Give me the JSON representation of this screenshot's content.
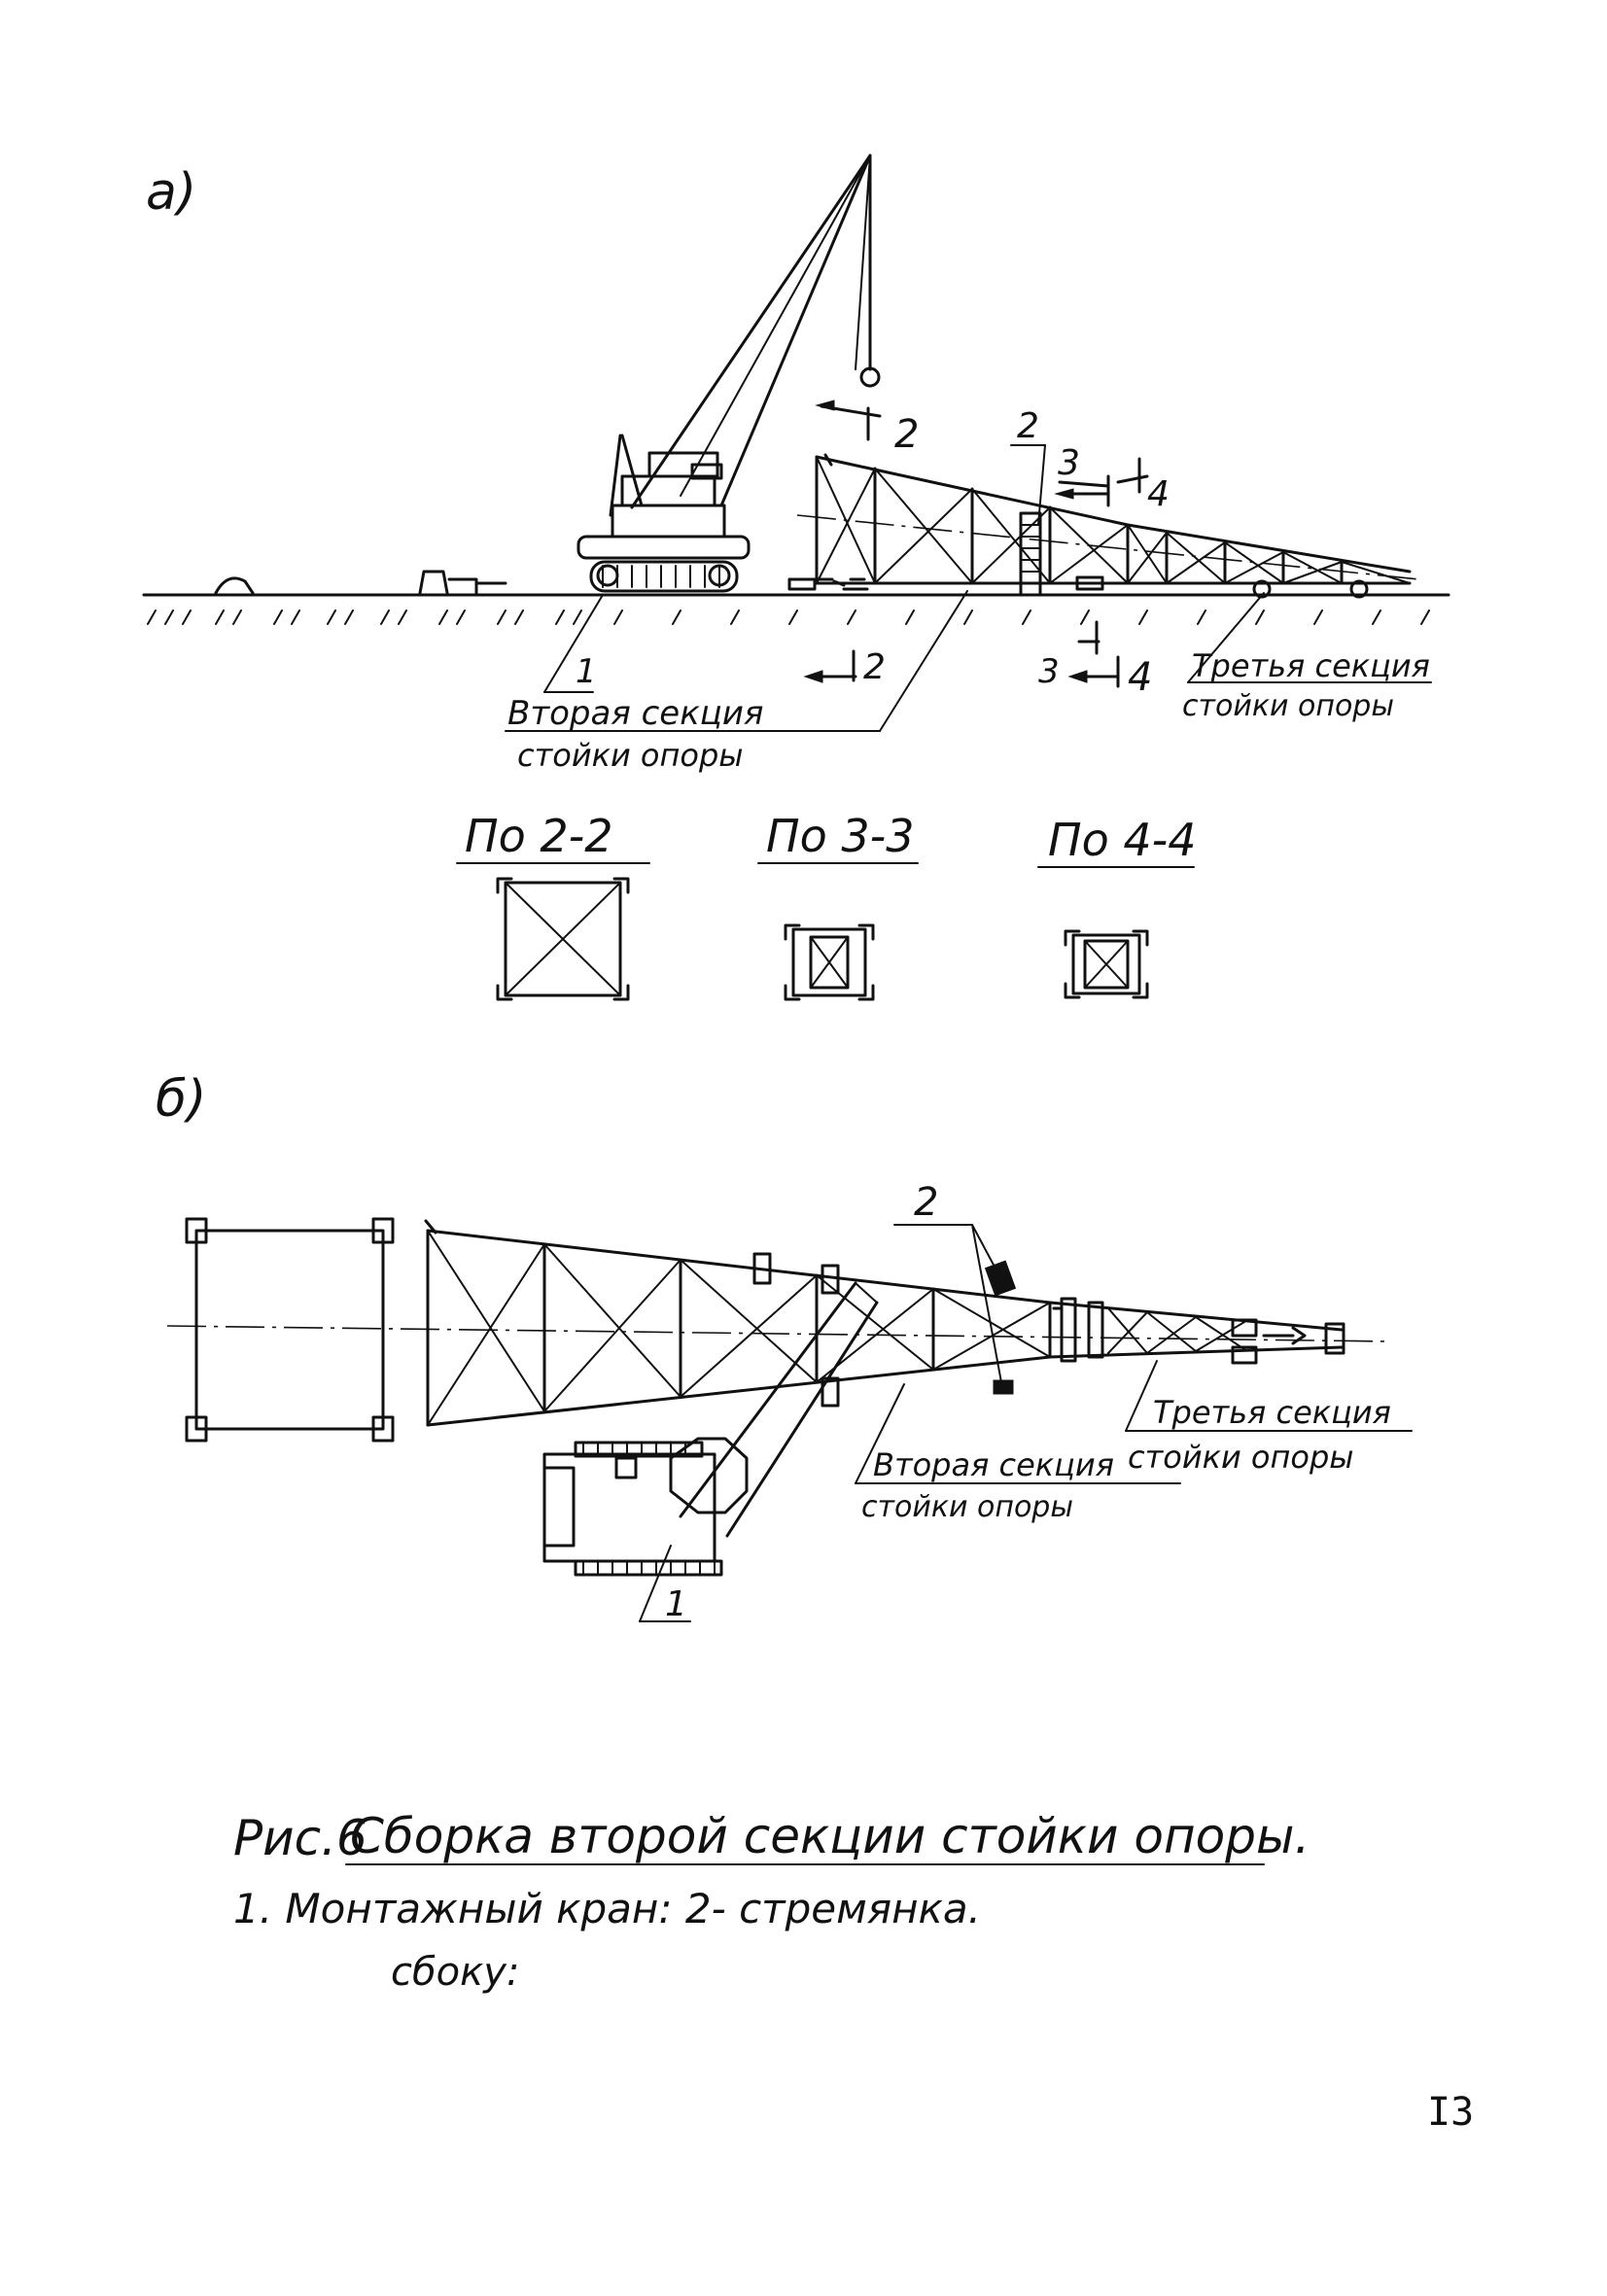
{
  "figure_a": {
    "label": "а)",
    "callouts": {
      "crane": "1",
      "ladder": "2",
      "sec2_top": "2",
      "sec2_bottom": "2",
      "sec3_top": "3",
      "sec3_bottom": "3",
      "sec4_top": "4",
      "sec4_bottom": "4"
    },
    "second_section": [
      "Вторая секция",
      "стойки опоры"
    ],
    "third_section": [
      "Третья секция",
      "стойки опоры"
    ]
  },
  "sections": [
    {
      "title": "По 2-2"
    },
    {
      "title": "По 3-3"
    },
    {
      "title": "По 4-4"
    }
  ],
  "figure_b": {
    "label": "б)",
    "callouts": {
      "crane": "1",
      "ladder": "2"
    },
    "second_section": [
      "Вторая секция",
      "стойки опоры"
    ],
    "third_section": [
      "Третья секция",
      "стойки опоры"
    ]
  },
  "caption": {
    "prefix": "Рис.6",
    "title": "Сборка второй секции стойки опоры.",
    "legend_line1": "1. Монтажный кран:   2- стремянка.",
    "legend_line2": "сбоку:"
  },
  "page_number": "I3"
}
